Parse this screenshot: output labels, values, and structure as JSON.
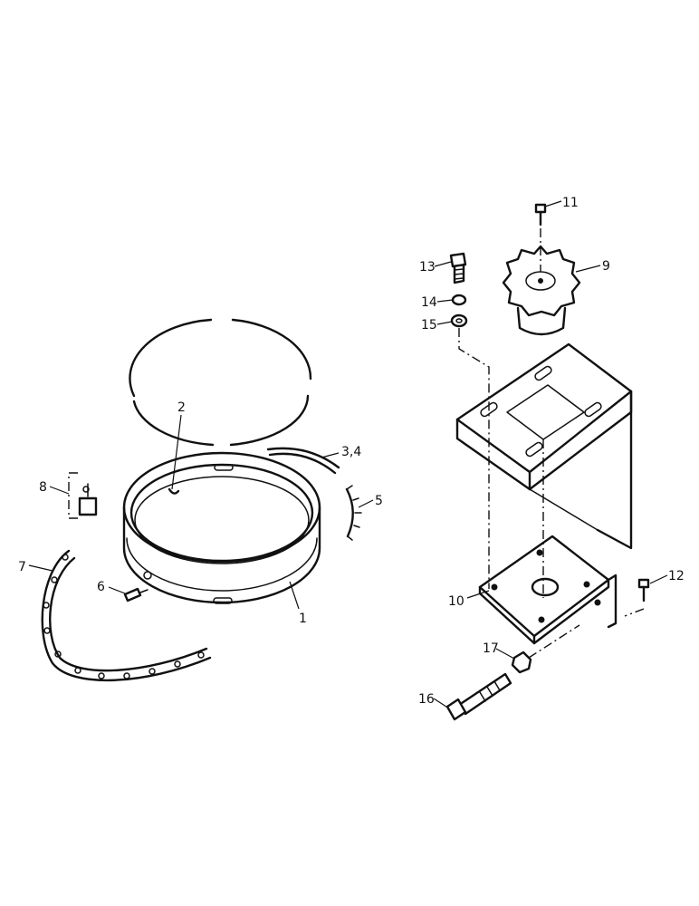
{
  "callouts": {
    "c1": "1",
    "c2": "2",
    "c34": "3,4",
    "c5": "5",
    "c6": "6",
    "c7": "7",
    "c8": "8",
    "c9": "9",
    "c10": "10",
    "c11": "11",
    "c12": "12",
    "c13": "13",
    "c14": "14",
    "c15": "15",
    "c16": "16",
    "c17": "17"
  }
}
